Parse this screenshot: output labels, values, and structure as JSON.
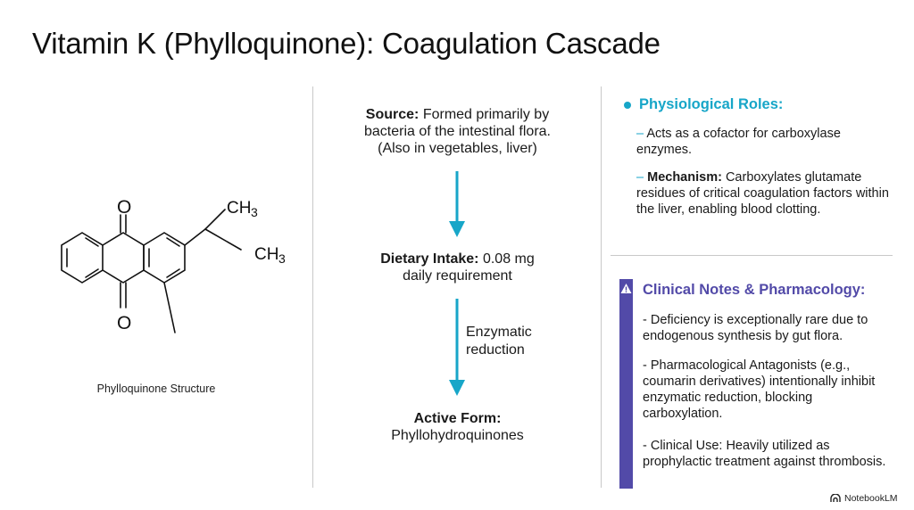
{
  "title": "Vitamin K (Phylloquinone): Coagulation Cascade",
  "structure": {
    "caption": "Phylloquinone Structure",
    "labels": {
      "o_top": "O",
      "o_bottom": "O",
      "ch3_a": "CH",
      "ch3_b": "CH",
      "sub": "3"
    }
  },
  "flow": {
    "source_label": "Source:",
    "source_text": "Formed primarily by",
    "source_line2": "bacteria of the intestinal flora.",
    "source_line3": "(Also in vegetables, liver)",
    "intake_label": "Dietary Intake:",
    "intake_text": "0.08 mg",
    "intake_line2": "daily requirement",
    "step_line1": "Enzymatic",
    "step_line2": "reduction",
    "active_label": "Active Form:",
    "active_text": "Phyllohydroquinones"
  },
  "roles": {
    "heading": "Physiological Roles:",
    "item1_dash": "–",
    "item1_text": "Acts as a cofactor for carboxylase enzymes.",
    "item2_dash": "–",
    "item2_label": "Mechanism:",
    "item2_text": "Carboxylates glutamate residues of critical coagulation factors within the liver, enabling blood clotting."
  },
  "clinical": {
    "heading": "Clinical Notes & Pharmacology:",
    "item1": "- Deficiency is exceptionally rare due to endogenous synthesis by gut flora.",
    "item2": "- Pharmacological Antagonists (e.g., coumarin derivatives) intentionally inhibit enzymatic reduction, blocking carboxylation.",
    "item3": "- Clinical Use: Heavily utilized as prophylactic treatment against thrombosis."
  },
  "brand": "NotebookLM",
  "colors": {
    "accent_cyan": "#17a6c8",
    "accent_purple": "#524aa8"
  },
  "icons": {
    "roles_bullet": "dot-icon",
    "clinical_marker": "warning-icon",
    "brand_logo": "notebooklm-logo-icon"
  }
}
